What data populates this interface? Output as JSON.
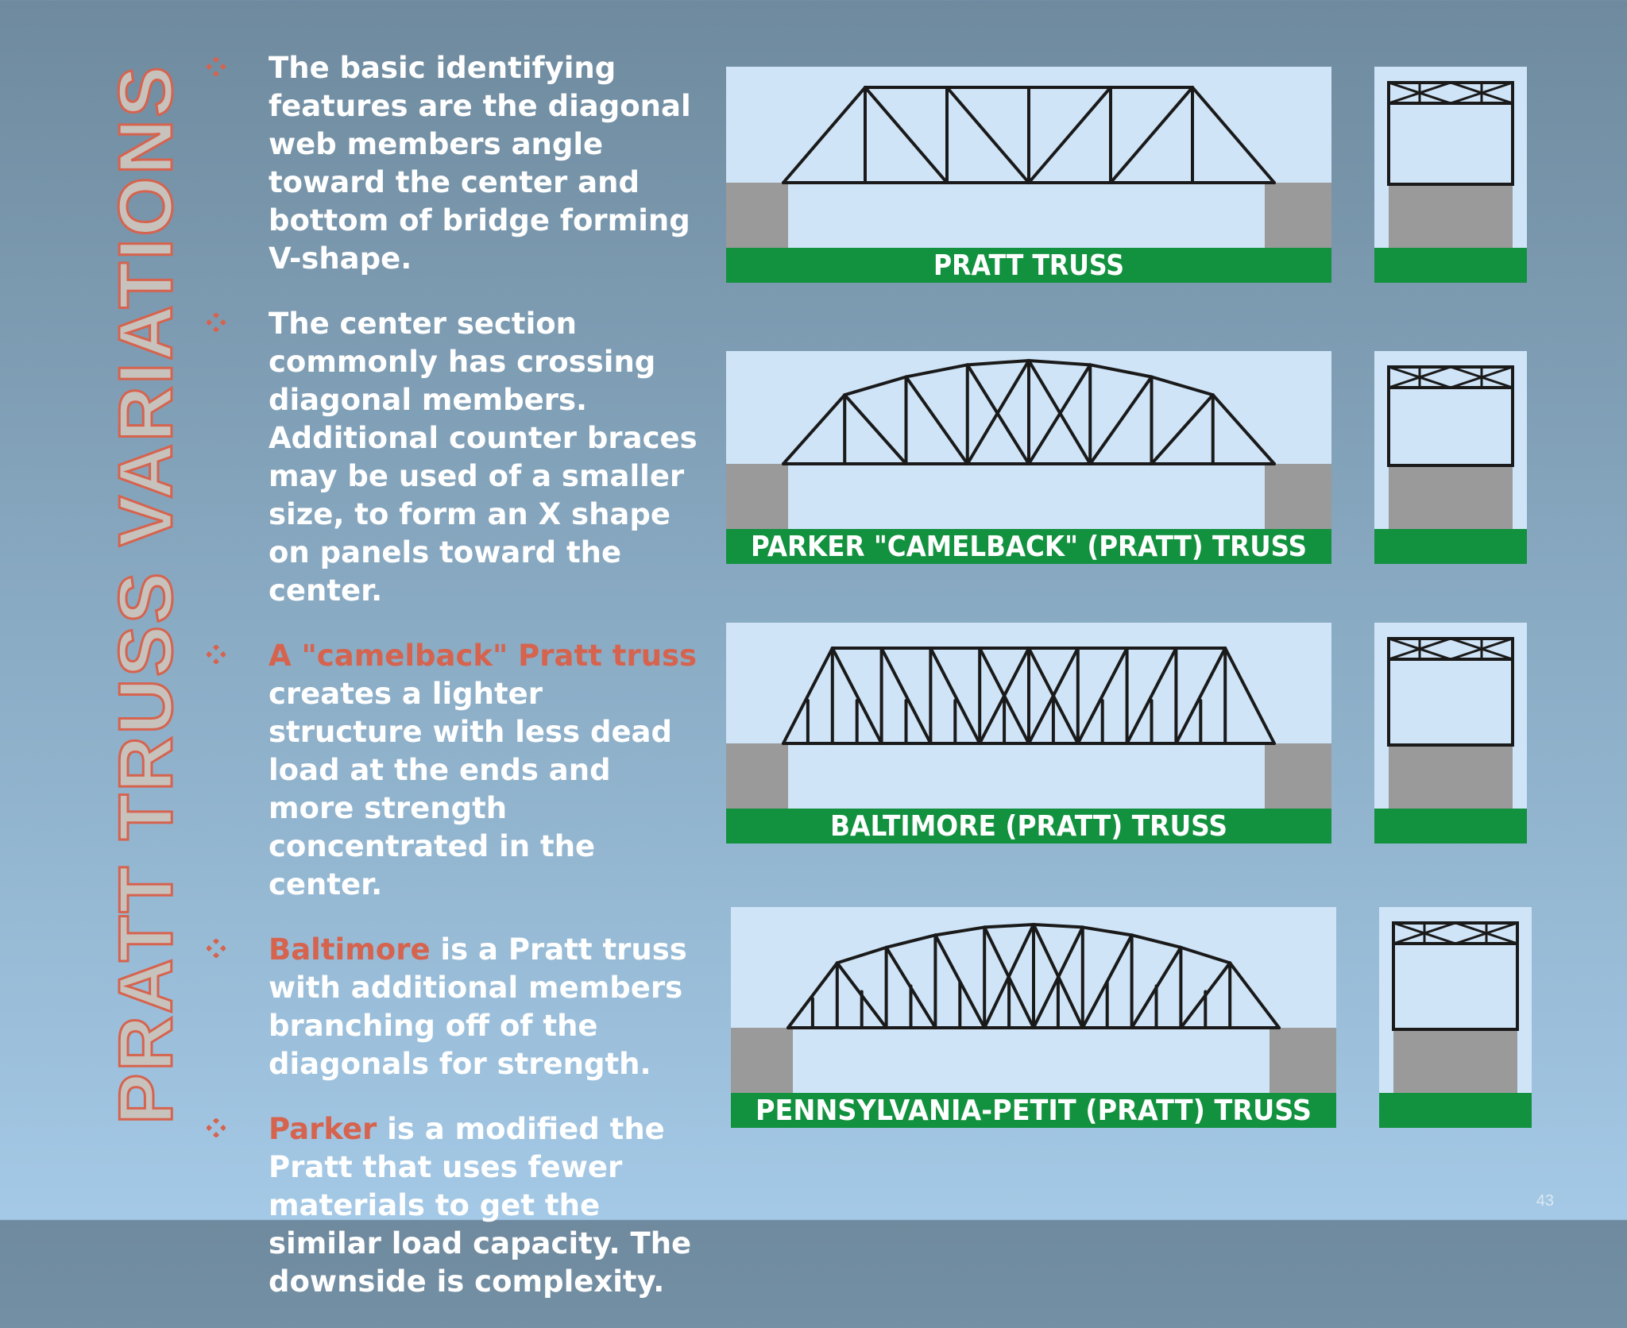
{
  "title": "PRATT TRUSS VARIATIONS",
  "bullets": [
    {
      "segments": [
        {
          "text": "The basic identifying features are the diagonal web members angle toward the center and bottom of bridge forming V-shape.",
          "accent": false
        }
      ]
    },
    {
      "segments": [
        {
          "text": "The center section commonly has crossing diagonal members. Additional counter braces may be used of a smaller size, to form an X shape on panels toward the center.",
          "accent": false
        }
      ]
    },
    {
      "segments": [
        {
          "text": "A \"camelback\" Pratt truss",
          "accent": true
        },
        {
          "text": " creates a lighter structure with less dead load at the ends and more strength concentrated in the center.",
          "accent": false
        }
      ]
    },
    {
      "segments": [
        {
          "text": "Baltimore",
          "accent": true
        },
        {
          "text": " is a Pratt truss with additional members branching off of the diagonals for strength.",
          "accent": false
        }
      ]
    },
    {
      "segments": [
        {
          "text": "Parker",
          "accent": true
        },
        {
          "text": " is a modified the Pratt that uses fewer materials to get the similar load capacity. The downside is complexity.",
          "accent": false
        }
      ]
    }
  ],
  "diagrams": [
    {
      "label": "PRATT TRUSS",
      "shape": "pratt"
    },
    {
      "label": "PARKER \"CAMELBACK\" (PRATT) TRUSS",
      "shape": "parker"
    },
    {
      "label": "BALTIMORE (PRATT) TRUSS",
      "shape": "baltimore"
    },
    {
      "label": "PENNSYLVANIA-PETIT (PRATT) TRUSS",
      "shape": "pennsylvania"
    }
  ],
  "colors": {
    "accent": "#d6634e",
    "sky": "#cfe4f7",
    "ground": "#12913f",
    "abutment": "#9a9a9a",
    "steel": "#1a1a1a"
  },
  "bullet_icon": "diamond-bullet-icon",
  "page_number": "43"
}
